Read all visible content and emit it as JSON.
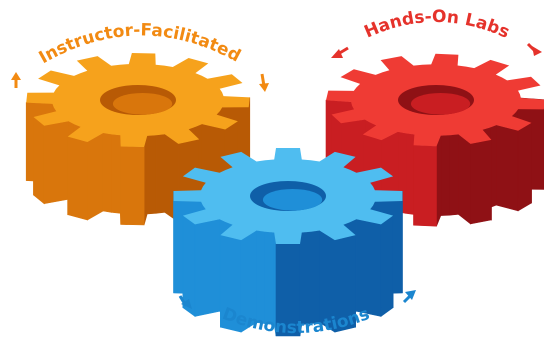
{
  "labels": {
    "orange": "Instructor-Facilitated",
    "red": "Hands-On Labs",
    "blue": "Demonstrations"
  },
  "colors": {
    "orange_top": "#f6a21c",
    "orange_side": "#d9760c",
    "orange_dark": "#b85a05",
    "orange_text": "#f28a12",
    "red_top": "#ef3b34",
    "red_side": "#c91e22",
    "red_dark": "#8f1115",
    "red_text": "#e5322b",
    "blue_top": "#4fbdf0",
    "blue_side": "#1f8fd8",
    "blue_dark": "#0f5fa8",
    "blue_text": "#1b86cf"
  }
}
